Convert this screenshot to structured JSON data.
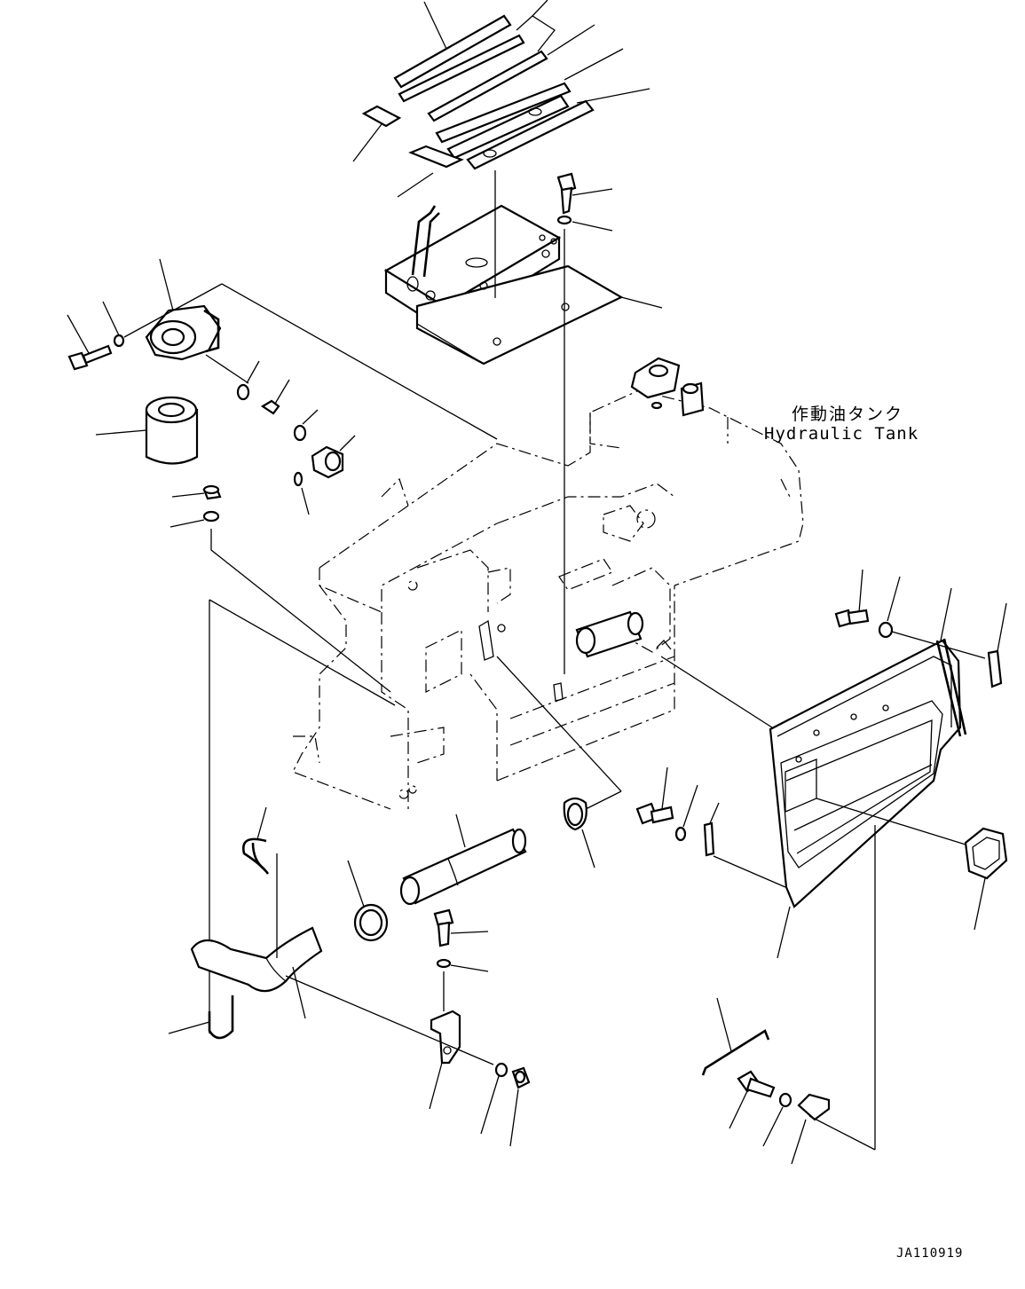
{
  "diagram": {
    "callout_label_jp": "作動油タンク",
    "callout_label_en": "Hydraulic Tank",
    "drawing_code": "JA110919"
  }
}
